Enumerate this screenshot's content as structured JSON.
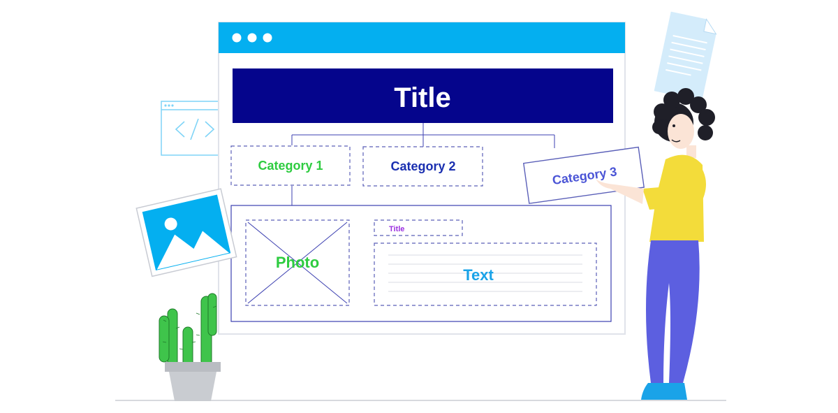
{
  "wireframe": {
    "title": "Title",
    "categories": [
      {
        "label": "Category 1",
        "color": "#2ecc40"
      },
      {
        "label": "Category 2",
        "color": "#1a2fb0"
      },
      {
        "label": "Category 3",
        "color": "#4b55d6"
      }
    ],
    "content": {
      "photo_label": "Photo",
      "subtitle_label": "Title",
      "text_label": "Text"
    }
  },
  "colors": {
    "browser_bar": "#04aff0",
    "title_bar": "#05058c",
    "photo_label": "#2ecc40",
    "subtitle_label": "#9b2fe0",
    "text_label": "#1aa3e8",
    "shirt": "#f3dc3a",
    "pants": "#5c5fe0",
    "cactus": "#3fc44b"
  },
  "icons": [
    "code-window-icon",
    "image-icon",
    "document-icon",
    "cactus-plant",
    "person-illustration"
  ]
}
